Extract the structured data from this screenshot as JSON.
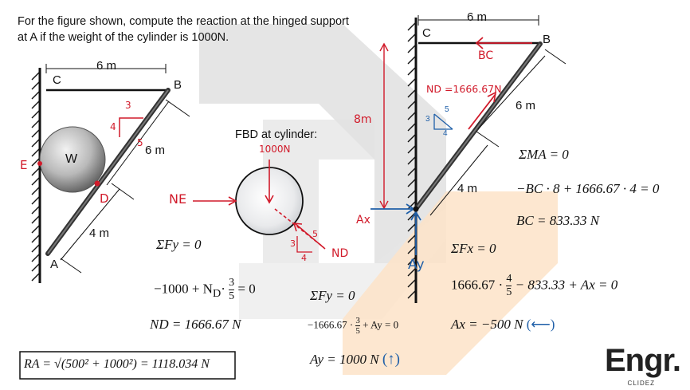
{
  "problem": {
    "line1": "For the figure shown, compute the reaction at the hinged support",
    "line2": "at A if the weight of the cylinder is 1000N."
  },
  "figure1": {
    "dim_top": "6 m",
    "dim_diag": "6 m",
    "dim_low": "4 m",
    "label_C": "C",
    "label_B": "B",
    "label_A": "A",
    "label_W": "W",
    "label_D": "D",
    "label_E": "E",
    "slope_3": "3",
    "slope_4": "4",
    "slope_5": "5"
  },
  "fbd_cylinder": {
    "title": "FBD at cylinder:",
    "weight": "1000N",
    "NE": "NE",
    "ND": "ND",
    "s3": "3",
    "s4": "4",
    "s5": "5"
  },
  "figure2": {
    "dim_top": "6 m",
    "label_C": "C",
    "label_B": "B",
    "BC": "BC",
    "ND_value": "ND =1666.67N",
    "dim_8m": "8m",
    "dim_6m": "6 m",
    "dim_4m": "4 m",
    "Ax": "Ax",
    "Ay": "Ay",
    "s3": "3",
    "s4": "4",
    "s5": "5"
  },
  "equations": {
    "sumFy_1": "ΣFy = 0",
    "eq1_left": "−1000 + N",
    "eq1_D": "D",
    "eq1_frac_num": "3",
    "eq1_frac_den": "5",
    "eq1_right": "= 0",
    "ND_result": "ND = 1666.67 N",
    "RA": "RA = √(500² + 1000²) = 1118.034 N",
    "sumFy_2": "ΣFy = 0",
    "eq2_left": "−1666.67 ·",
    "eq2_num": "3",
    "eq2_den": "5",
    "eq2_right": "+ Ay = 0",
    "Ay_result": "Ay = 1000 N",
    "Ay_dir": "(↑)",
    "sumMA": "ΣMA = 0",
    "eq3": "−BC · 8 + 1666.67 · 4 = 0",
    "BC_result": "BC = 833.33 N",
    "sumFx": "ΣFx = 0",
    "eq4_left": "1666.67 ·",
    "eq4_num": "4",
    "eq4_den": "5",
    "eq4_right": "− 833.33 + Ax = 0",
    "Ax_result": "Ax = −500 N",
    "Ax_dir": "(⟵)"
  },
  "logo": {
    "text": "Engr.",
    "sub": "CLIDEZ"
  },
  "colors": {
    "red": "#d11a2a",
    "blue": "#1f5fa8",
    "watermark_gray": "#d9d9d9",
    "watermark_orange": "#fde6cf"
  }
}
